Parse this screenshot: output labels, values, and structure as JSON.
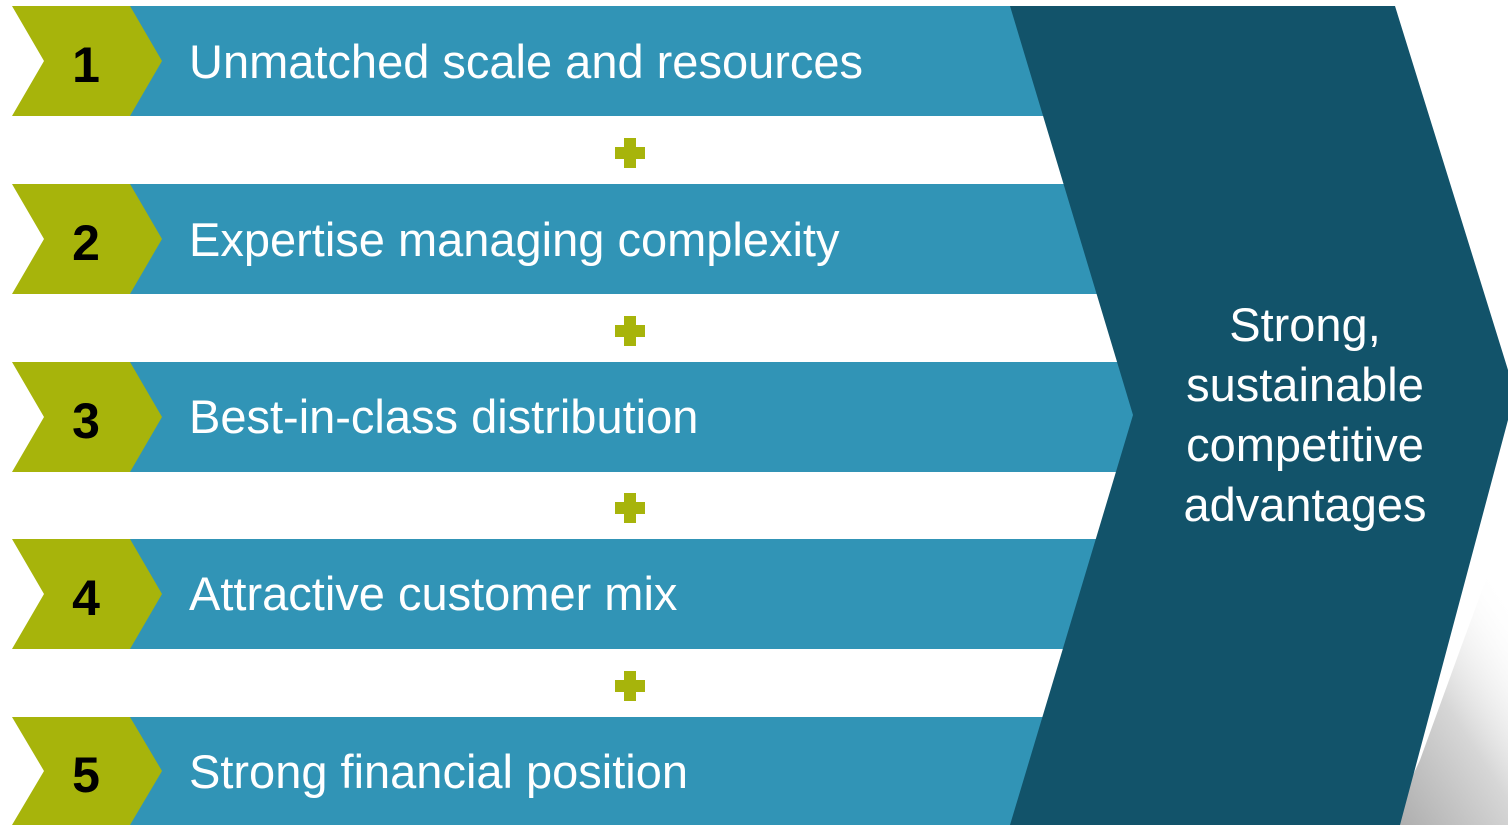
{
  "colors": {
    "accent_green": "#a7b40b",
    "row_blue": "#3194b6",
    "result_teal": "#12536a",
    "number_text": "#000000",
    "label_text": "#ffffff"
  },
  "rows": [
    {
      "number": "1",
      "label": "Unmatched scale and resources"
    },
    {
      "number": "2",
      "label": "Expertise managing complexity"
    },
    {
      "number": "3",
      "label": "Best-in-class distribution"
    },
    {
      "number": "4",
      "label": "Attractive customer mix"
    },
    {
      "number": "5",
      "label": "Strong financial position"
    }
  ],
  "connector_icon": "plus-icon",
  "result": {
    "lines": [
      "Strong,",
      "sustainable",
      "competitive",
      "advantages"
    ]
  }
}
